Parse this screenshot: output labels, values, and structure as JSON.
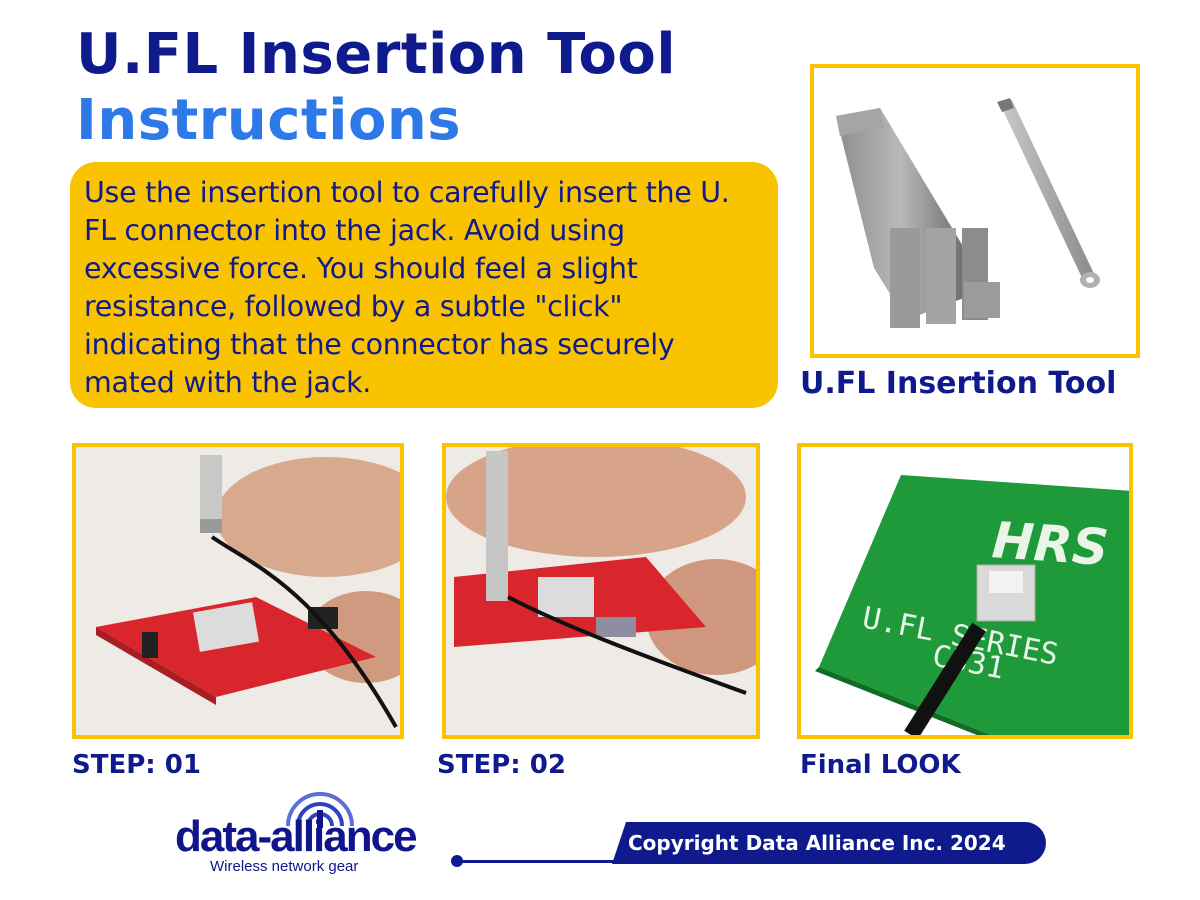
{
  "title": {
    "line1": "U.FL Insertion Tool",
    "line2": "Instructions"
  },
  "instruction": "Use the insertion tool to carefully insert the U. FL connector into the jack. Avoid using excessive force. You should feel a slight resistance, followed by a subtle \"click\" indicating that the connector has securely mated with the jack.",
  "tool_caption": "U.FL Insertion Tool",
  "steps": [
    {
      "caption": "STEP: 01"
    },
    {
      "caption": "STEP: 02"
    },
    {
      "caption": "Final LOOK"
    }
  ],
  "final_board_text": {
    "brand": "HRS",
    "series": "U.FL SERIES",
    "code": "C331"
  },
  "logo": {
    "name": "data-alliance",
    "tagline": "Wireless network gear"
  },
  "copyright": "Copyright Data Alliance Inc. 2024",
  "colors": {
    "accent_yellow": "#fac300",
    "navy": "#0f1b8c",
    "blue": "#2d79e8"
  }
}
